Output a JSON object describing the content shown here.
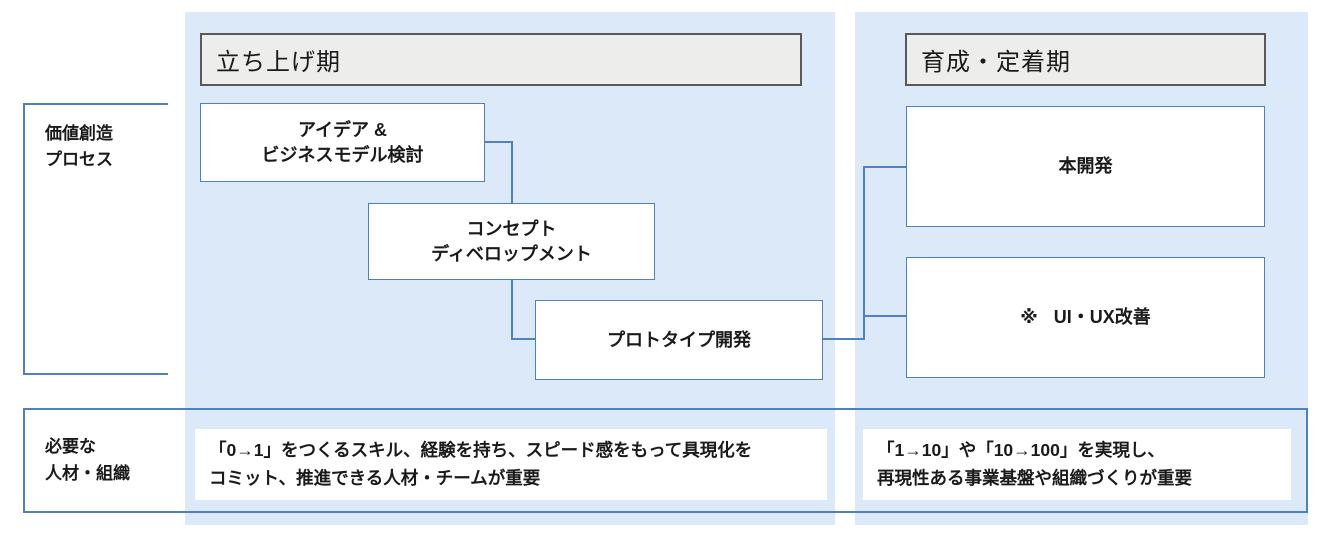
{
  "phases": [
    {
      "label": "立ち上げ期"
    },
    {
      "label": "育成・定着期"
    }
  ],
  "rows": {
    "process": {
      "label_line1": "価値創造",
      "label_line2": "プロセス"
    },
    "talent": {
      "label_line1": "必要な",
      "label_line2": "人材・組織"
    }
  },
  "boxes": {
    "idea": {
      "line1": "アイデア &",
      "line2": "ビジネスモデル検討"
    },
    "concept": {
      "line1": "コンセプト",
      "line2": "ディベロップメント"
    },
    "prototype": {
      "label": "プロトタイプ開発"
    },
    "main_dev": {
      "label": "本開発"
    },
    "uiux": {
      "marker": "※",
      "label": "UI・UX改善"
    }
  },
  "talent_notes": {
    "startup": {
      "line1": "「0→1」をつくるスキル、経験を持ち、スピード感をもって具現化を",
      "line2": "コミット、推進できる人材・チームが重要"
    },
    "growth": {
      "line1": "「1→10」や「10→100」を実現し、",
      "line2": "再現性ある事業基盤や組織づくりが重要"
    }
  },
  "colors": {
    "panel_bg": "#dce9f8",
    "line_blue": "#4f81bd",
    "header_bg": "#ededec",
    "header_border": "#595959",
    "text": "#1a1a1a"
  }
}
